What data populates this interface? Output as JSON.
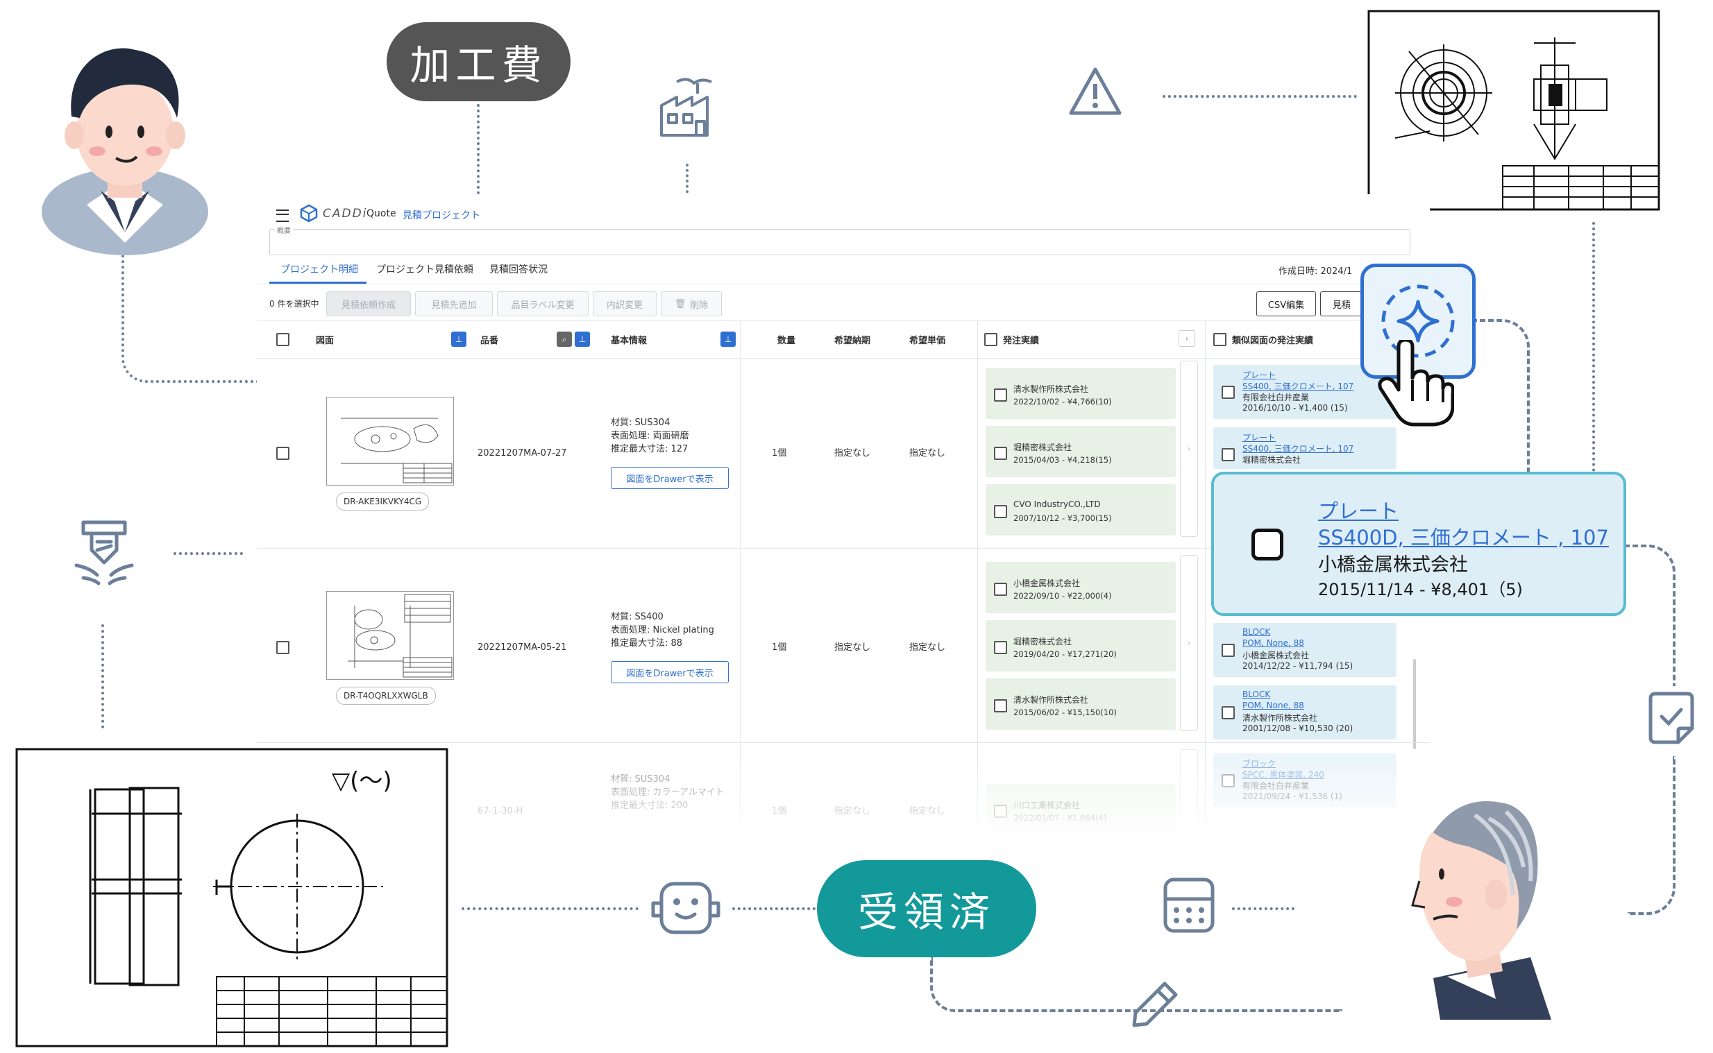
{
  "labels": {
    "processing_fee": "加工費",
    "received": "受領済"
  },
  "app": {
    "brand": "CADDi",
    "product": "Quote",
    "breadcrumb": "見積プロジェクト",
    "summary_label": "概要",
    "tabs": [
      "プロジェクト明細",
      "プロジェクト見積依頼",
      "見積回答状況"
    ],
    "created_at": "作成日時: 2024/1",
    "toolbar": {
      "selected_count": "0 件を選択中",
      "create_request": "見積依頼作成",
      "add_vendor": "見積先追加",
      "change_label": "品目ラベル変更",
      "change_breakdown": "内訳変更",
      "delete": "削除",
      "csv_edit": "CSV編集",
      "estimate": "見積"
    },
    "columns": {
      "drawing": "図面",
      "part_no": "品番",
      "basic_info": "基本情報",
      "qty": "数量",
      "delivery": "希望納期",
      "unit_price": "希望単価",
      "order_history": "発注実績",
      "similar_history": "類似図面の発注実績"
    },
    "rows": [
      {
        "drawing_code": "DR-AKE3IKVKY4CG",
        "part_no": "20221207MA-07-27",
        "material": "材質: SUS304",
        "surface": "表面処理: 両面研磨",
        "max_size": "推定最大寸法: 127",
        "drawer_btn": "図面をDrawerで表示",
        "qty": "1個",
        "delivery": "指定なし",
        "unit_price": "指定なし",
        "orders": [
          {
            "vendor": "清水製作所株式会社",
            "detail": "2022/10/02 - ¥4,766(10)"
          },
          {
            "vendor": "堀精密株式会社",
            "detail": "2015/04/03 - ¥4,218(15)"
          },
          {
            "vendor": "CVO IndustryCO.,LTD",
            "detail": "2007/10/12 - ¥3,700(15)"
          }
        ],
        "similar": [
          {
            "name": "プレート",
            "spec": "SS400, 三価クロメート, 107",
            "vendor": "有限会社白井産業",
            "detail": "2016/10/10 - ¥1,400 (15)"
          },
          {
            "name": "プレート",
            "spec": "SS400, 三価クロメート, 107",
            "vendor": "堀精密株式会社",
            "detail": ""
          }
        ]
      },
      {
        "drawing_code": "DR-T4OQRLXXWGLB",
        "part_no": "20221207MA-05-21",
        "material": "材質: SS400",
        "surface": "表面処理: Nickel plating",
        "max_size": "推定最大寸法: 88",
        "drawer_btn": "図面をDrawerで表示",
        "qty": "1個",
        "delivery": "指定なし",
        "unit_price": "指定なし",
        "orders": [
          {
            "vendor": "小橋金属株式会社",
            "detail": "2022/09/10 - ¥22,000(4)"
          },
          {
            "vendor": "堀精密株式会社",
            "detail": "2019/04/20 - ¥17,271(20)"
          },
          {
            "vendor": "清水製作所株式会社",
            "detail": "2015/06/02 - ¥15,150(10)"
          }
        ],
        "similar": [
          {
            "name": "BLOCK",
            "spec": "POM, None, 88",
            "vendor": "小橋金属株式会社",
            "detail": "2014/12/22 - ¥11,794 (15)"
          },
          {
            "name": "BLOCK",
            "spec": "POM, None, 88",
            "vendor": "清水製作所株式会社",
            "detail": "2001/12/08 - ¥10,530 (20)"
          }
        ]
      },
      {
        "part_no": "67-1-30-H",
        "material": "材質: SUS304",
        "surface": "表面処理: カラーアルマイト",
        "max_size": "推定最大寸法: 200",
        "qty": "1個",
        "delivery": "指定なし",
        "unit_price": "指定なし",
        "orders": [
          {
            "vendor": "川口工業株式会社",
            "detail": "2022/01/07 - ¥1,664(4)"
          }
        ],
        "similar": [
          {
            "name": "ブロック",
            "spec": "SPCC, 黒体塗装, 240",
            "vendor": "有限会社白井産業",
            "detail": "2021/09/24 - ¥1,536 (1)"
          }
        ]
      }
    ]
  },
  "popup": {
    "name": "プレート",
    "spec": "SS400D, 三価クロメート , 107",
    "vendor": "小橋金属株式会社",
    "detail": "2015/11/14 - ¥8,401（5)"
  },
  "drawing_symbol": "▽(〜)",
  "colors": {
    "pill_dark": "#555555",
    "pill_teal": "#13999a",
    "accent_blue": "#2e6fd1",
    "popup_border": "#58bccf",
    "order_green": "#e7f1e6",
    "similar_blue": "#deeef7",
    "line_gray": "#6b7f99"
  }
}
